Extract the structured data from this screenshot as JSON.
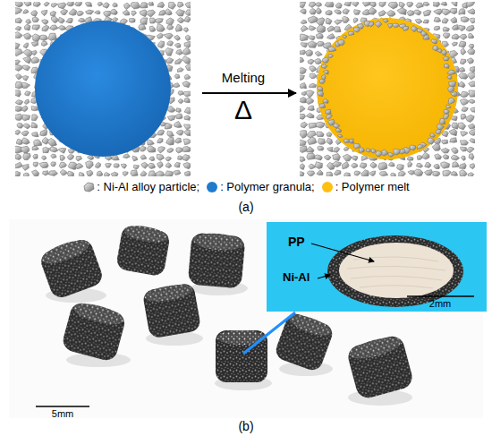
{
  "diagram": {
    "labels": [
      "Melting",
      "Δ",
      "(a)",
      "PP",
      "Ni-Al",
      "2mm",
      "5mm",
      "(b)"
    ],
    "legend": [
      {
        "text": ": Ni-Al alloy particle;"
      },
      {
        "text": ": Polymer granula;",
        "color": "#1f7ccc"
      },
      {
        "text": ": Polymer melt",
        "color": "#fdbf12"
      }
    ]
  }
}
